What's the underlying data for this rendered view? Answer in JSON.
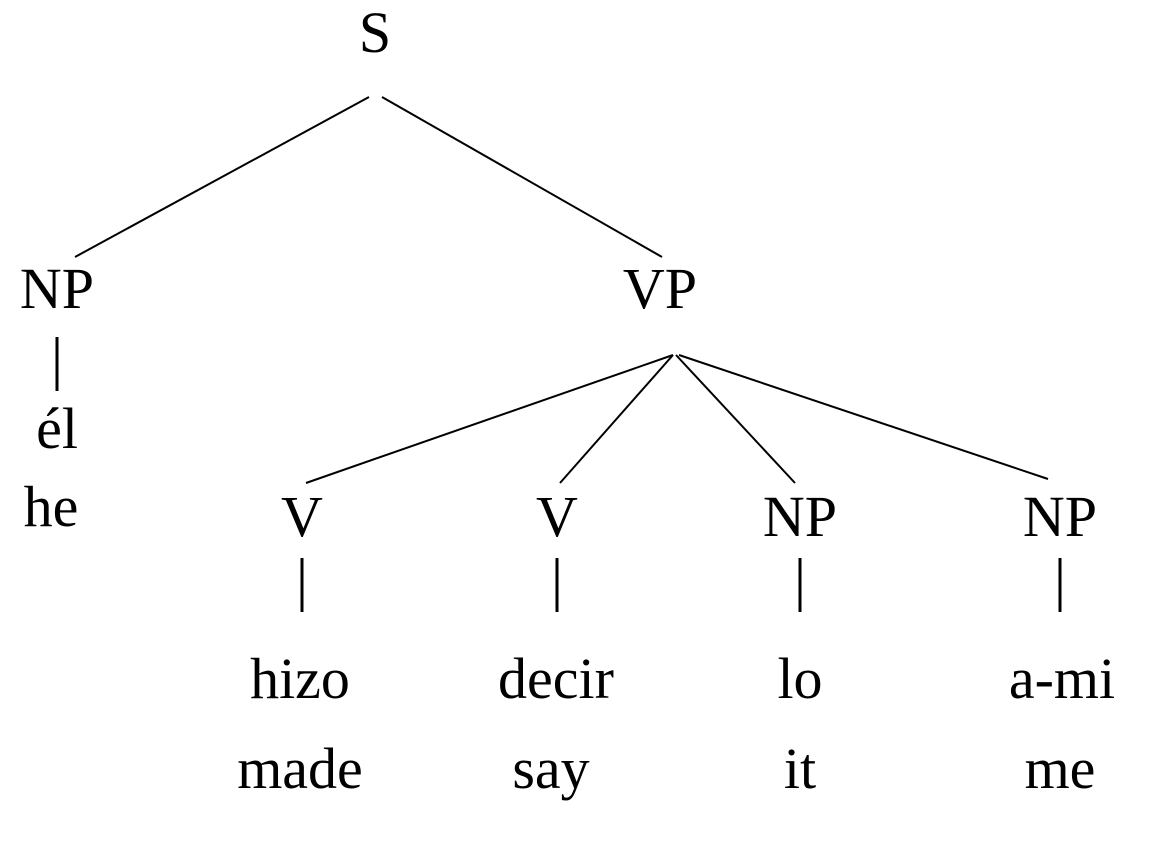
{
  "diagram": {
    "type": "constituency-parse-tree",
    "language_pair": "Spanish-English gloss"
  },
  "tree": {
    "root": {
      "label": "S"
    },
    "np_subject": {
      "label": "NP",
      "word": "él",
      "gloss": "he"
    },
    "vp": {
      "label": "VP"
    },
    "v1": {
      "label": "V",
      "word": "hizo",
      "gloss": "made"
    },
    "v2": {
      "label": "V",
      "word": "decir",
      "gloss": "say"
    },
    "np_object": {
      "label": "NP",
      "word": "lo",
      "gloss": "it"
    },
    "np_indirect": {
      "label": "NP",
      "word": "a-mi",
      "gloss": "me"
    }
  }
}
